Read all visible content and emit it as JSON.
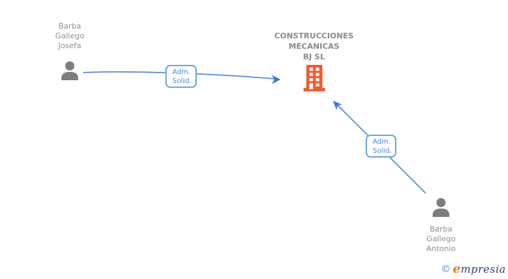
{
  "diagram": {
    "nodes": {
      "josefa": {
        "type": "person",
        "lines": [
          "Barba",
          "Gallego",
          "Josefa"
        ]
      },
      "company": {
        "type": "company",
        "lines": [
          "CONSTRUCCIONES",
          "MECANICAS",
          "BJ SL"
        ]
      },
      "antonio": {
        "type": "person",
        "lines": [
          "Barba",
          "Gallego",
          "Antonio"
        ]
      }
    },
    "edges": {
      "josefa_to_company": {
        "label_lines": [
          "Adm.",
          "Solid."
        ],
        "direction": "josefa -> company"
      },
      "antonio_to_company": {
        "label_lines": [
          "Adm.",
          "Solid."
        ],
        "direction": "antonio -> company"
      }
    }
  },
  "watermark": {
    "copyright_symbol": "©",
    "brand_initial": "e",
    "brand_rest": "mpresia"
  },
  "colors": {
    "edge_blue": "#4a86e8",
    "arrowhead_blue": "#3b77db",
    "label_border_blue": "#6fa8dc",
    "label_text_blue": "#4a86e8",
    "person_gray": "#7d7d7d",
    "building_orange": "#f15b2e",
    "name_text_gray": "#8f8f8f",
    "company_text_gray": "#8a8a8a",
    "brand_orange": "#e8821e",
    "brand_navy": "#27427c",
    "copyright_teal": "#4d7fa0",
    "background": "#ffffff"
  }
}
